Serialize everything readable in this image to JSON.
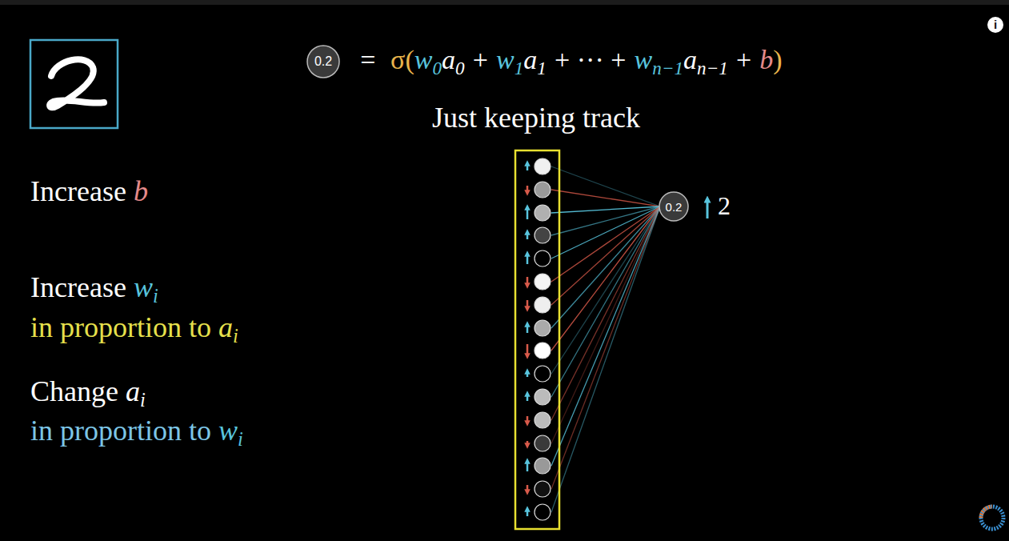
{
  "diagram": {
    "title": "Just keeping track",
    "nodes": [
      {
        "text": [
          "0.2"
        ]
      },
      {
        "text": [
          "0.2"
        ]
      }
    ],
    "labels": [
      "=",
      "σ(",
      "w",
      "0",
      "a",
      "0",
      "+",
      "w",
      "1",
      "a",
      "1",
      "+ ··· +",
      "w",
      "n−1",
      "a",
      "n−1",
      "+",
      "b",
      ")",
      "Increase",
      "b",
      "Increase",
      "w",
      "i",
      "in proportion to",
      "a",
      "i",
      "Change",
      "a",
      "i",
      "in proportion to",
      "w",
      "i",
      "2",
      "i"
    ]
  }
}
